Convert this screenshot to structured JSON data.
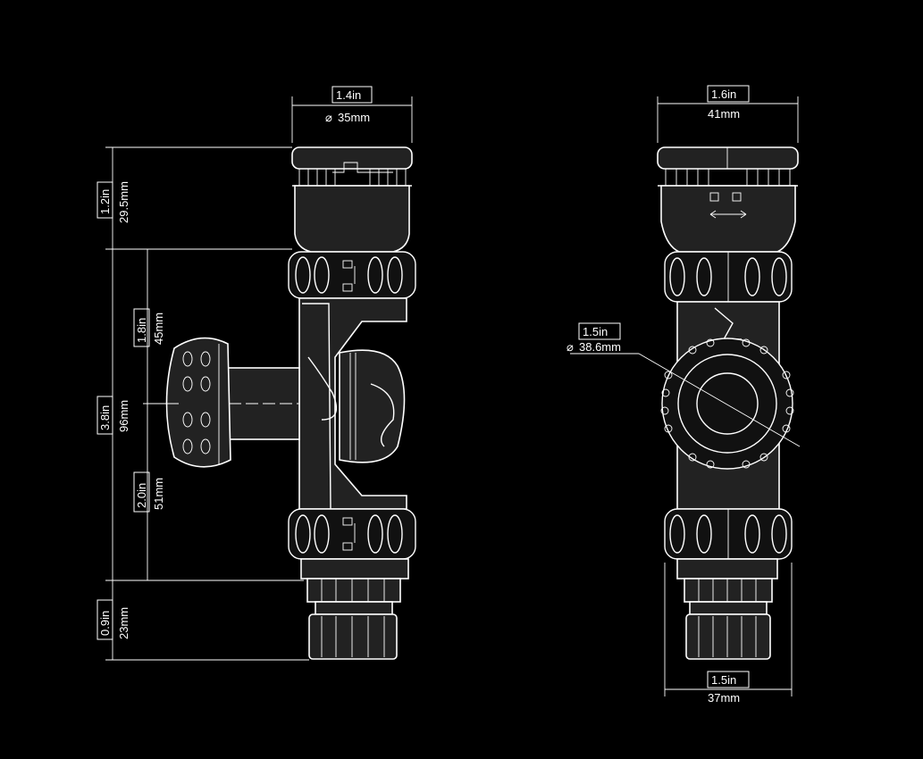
{
  "drawing": {
    "side_view": {
      "top_width_in": "1.4in",
      "top_width_mm": "35mm",
      "dim_top_in": "1.2in",
      "dim_top_mm": "29.5mm",
      "dim_upper_in": "1.8in",
      "dim_upper_mm": "45mm",
      "dim_total_in": "3.8in",
      "dim_total_mm": "96mm",
      "dim_lower_in": "2.0in",
      "dim_lower_mm": "51mm",
      "dim_base_in": "0.9in",
      "dim_base_mm": "23mm"
    },
    "front_view": {
      "top_width_in": "1.6in",
      "top_width_mm": "41mm",
      "ball_dia_in": "1.5in",
      "ball_dia_mm": "38.6mm",
      "base_width_in": "1.5in",
      "base_width_mm": "37mm"
    },
    "diameter_symbol": "⌀"
  }
}
